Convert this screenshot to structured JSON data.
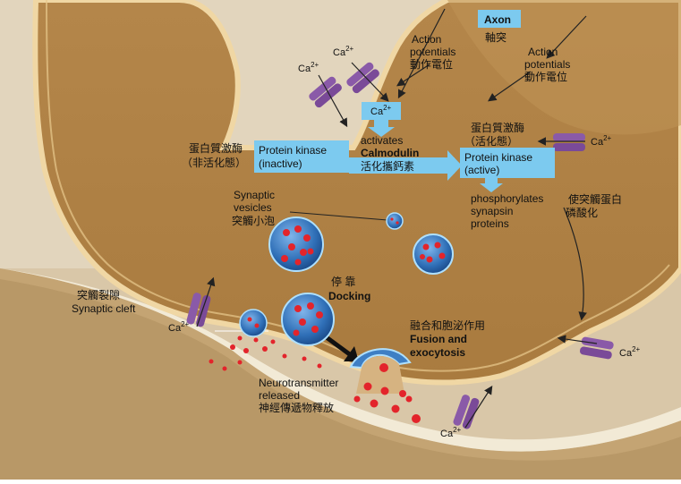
{
  "labels": {
    "axon_en": "Axon",
    "axon_zh": "軸突",
    "ap_left_en1": "Action",
    "ap_left_en2": "potentials",
    "ap_left_zh": "動作電位",
    "ap_right_en1": "Action",
    "ap_right_en2": "potentials",
    "ap_right_zh": "動作電位",
    "ca_ion": "Ca",
    "ca_charge": "2+",
    "pk_inactive_zh1": "蛋白質激酶",
    "pk_inactive_zh2": "（非活化態）",
    "pk_inactive_en1": "Protein kinase",
    "pk_inactive_en2": "(inactive)",
    "activates": "activates",
    "calmodulin": "Calmodulin",
    "calmodulin_zh": "活化攜鈣素",
    "pk_active_zh1": "蛋白質激酶",
    "pk_active_zh2": "（活化態）",
    "pk_active_en1": "Protein kinase",
    "pk_active_en2": "(active)",
    "phos1": "phosphorylates",
    "phos2": "synapsin",
    "phos3": "proteins",
    "phos_zh1": "使突觸蛋白",
    "phos_zh2": "磷酸化",
    "vesicles_en1": "Synaptic",
    "vesicles_en2": "vesicles",
    "vesicles_zh": "突觸小泡",
    "docking_zh": "停 靠",
    "docking_en": "Docking",
    "cleft_zh": "突觸裂隙",
    "cleft_en": "Synaptic cleft",
    "fusion_zh": "融合和胞泌作用",
    "fusion_en1": "Fusion and",
    "fusion_en2": "exocytosis",
    "nt_en1": "Neurotransmitter",
    "nt_en2": "released",
    "nt_zh": "神經傳遞物釋放"
  },
  "colors": {
    "terminal": "#b88a4a",
    "terminal_light": "#d4ab6a",
    "membrane_edge": "#f0d7a4",
    "background": "#d9c7a8",
    "post_membrane": "#efe2c0",
    "box_blue": "#7ccaef",
    "channel": "#8a5aa8",
    "vesicle": "#3e7fc4",
    "neurotransmitter": "#e3242b"
  }
}
